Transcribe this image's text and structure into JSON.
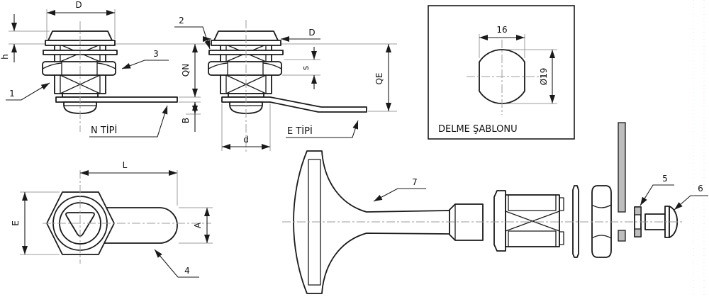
{
  "colors": {
    "line": "#1a1a1a",
    "aux": "#9c9c9c",
    "panel_fill": "#bdbdbd",
    "page_edge_blue": "#c9d6e8",
    "page_edge_pink": "#f2b9c4"
  },
  "views": {
    "n_type": {
      "name": "N TİPİ",
      "dims": {
        "D": "D",
        "h": "h",
        "QN": "QN",
        "B": "B"
      },
      "callouts": {
        "housing": "1",
        "nut": "3"
      }
    },
    "e_type": {
      "name": "E TİPİ",
      "dims": {
        "D": "D",
        "s": "s",
        "QE": "QE",
        "d": "d"
      },
      "callouts": {
        "washer": "2"
      }
    },
    "drill_template": {
      "title": "DELME ŞABLONU",
      "dims": {
        "width": "16",
        "diameter": "Ø19"
      }
    },
    "key_top_view": {
      "dims": {
        "L": "L",
        "E": "E",
        "A": "A"
      },
      "callouts": {
        "cam": "4"
      }
    },
    "exploded": {
      "callouts": {
        "handle": "7",
        "washer": "5",
        "screw": "6"
      }
    }
  }
}
